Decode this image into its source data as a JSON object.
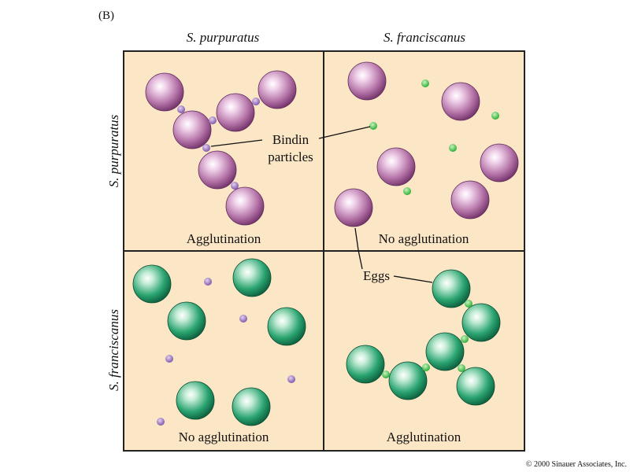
{
  "panel_letter": "(B)",
  "column_headers": [
    "S. purpuratus",
    "S. franciscanus"
  ],
  "row_headers": [
    "S. purpuratus",
    "S. franciscanus"
  ],
  "quadrant_labels": {
    "top_left": "Agglutination",
    "top_right": "No agglutination",
    "bottom_left": "No agglutination",
    "bottom_right": "Agglutination"
  },
  "callouts": {
    "bindin_line1": "Bindin",
    "bindin_line2": "particles",
    "eggs": "Eggs"
  },
  "copyright": "© 2000 Sinauer Associates, Inc.",
  "colors": {
    "panel_fill": "#fbe6c6",
    "border": "#222222",
    "purple_egg": "#a8609c",
    "purple_particle": "#9064b0",
    "green_egg": "#17905e",
    "green_particle": "#3cc43c"
  }
}
